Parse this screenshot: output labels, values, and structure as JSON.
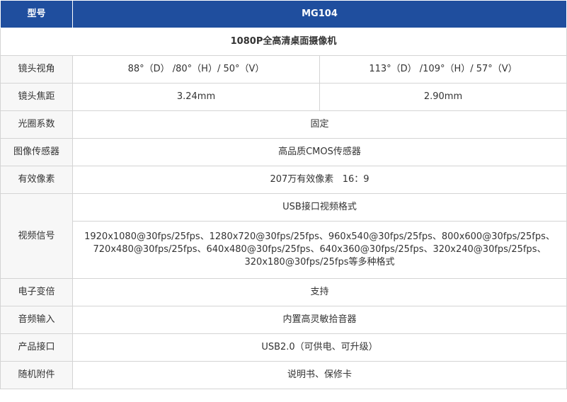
{
  "header": {
    "label": "型号",
    "value": "MG104"
  },
  "subtitle": "1080P全高清桌面摄像机",
  "rows": {
    "lens_angle": {
      "label": "镜头视角",
      "value_a": "88°（D） /80°（H）/ 50°（V）",
      "value_b": "113°（D） /109°（H）/ 57°（V）"
    },
    "focal_length": {
      "label": "镜头焦距",
      "value_a": "3.24mm",
      "value_b": "2.90mm"
    },
    "aperture": {
      "label": "光圈系数",
      "value": "固定"
    },
    "sensor": {
      "label": "图像传感器",
      "value": "高品质CMOS传感器"
    },
    "pixels": {
      "label": "有效像素",
      "value": "207万有效像素   16：9"
    },
    "video": {
      "label": "视频信号",
      "format": "USB接口视频格式",
      "resolutions": "1920x1080@30fps/25fps、1280x720@30fps/25fps、960x540@30fps/25fps、800x600@30fps/25fps、720x480@30fps/25fps、640x480@30fps/25fps、640x360@30fps/25fps、320x240@30fps/25fps、320x180@30fps/25fps等多种格式"
    },
    "zoom": {
      "label": "电子变倍",
      "value": "支持"
    },
    "audio": {
      "label": "音频输入",
      "value": "内置高灵敏拾音器"
    },
    "interface": {
      "label": "产品接口",
      "value": "USB2.0（可供电、可升级）"
    },
    "accessories": {
      "label": "随机附件",
      "value": "说明书、保修卡"
    }
  },
  "colors": {
    "header_bg": "#1f4e9e",
    "header_text": "#ffffff",
    "border": "#d4d4d4",
    "label_bg": "#f7f7f7"
  }
}
